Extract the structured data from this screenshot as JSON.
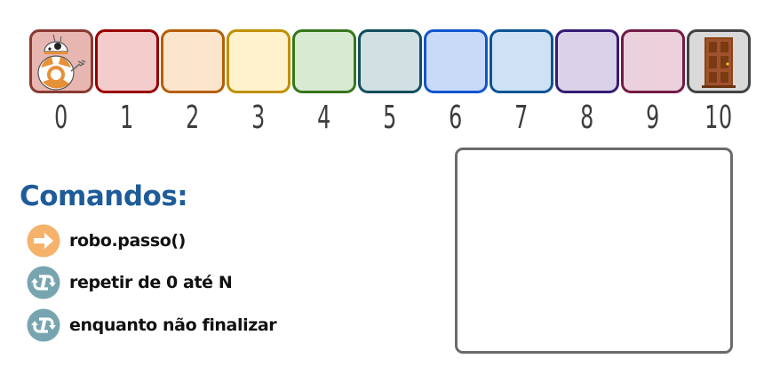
{
  "track": {
    "cells": [
      {
        "number": "0",
        "fill": "#e8b6b0",
        "border": "#8a3a33",
        "content": "robot-icon"
      },
      {
        "number": "1",
        "fill": "#f4cccc",
        "border": "#990000",
        "content": ""
      },
      {
        "number": "2",
        "fill": "#fce5cd",
        "border": "#b45f06",
        "content": ""
      },
      {
        "number": "3",
        "fill": "#fff2cc",
        "border": "#bf9000",
        "content": ""
      },
      {
        "number": "4",
        "fill": "#d9ead3",
        "border": "#38761d",
        "content": ""
      },
      {
        "number": "5",
        "fill": "#d0e0e3",
        "border": "#134f5c",
        "content": ""
      },
      {
        "number": "6",
        "fill": "#c9daf8",
        "border": "#1155cc",
        "content": ""
      },
      {
        "number": "7",
        "fill": "#cfe2f3",
        "border": "#0b5394",
        "content": ""
      },
      {
        "number": "8",
        "fill": "#d9d2e9",
        "border": "#351c75",
        "content": ""
      },
      {
        "number": "9",
        "fill": "#ead1dc",
        "border": "#741b47",
        "content": ""
      },
      {
        "number": "10",
        "fill": "#d9d9d9",
        "border": "#434343",
        "content": "door-icon"
      }
    ]
  },
  "commands": {
    "title": "Comandos:",
    "title_color": "#1e5c99",
    "items": [
      {
        "label": "robo.passo()",
        "icon": "arrow-right-icon",
        "icon_color": "#f6b26b"
      },
      {
        "label": "repetir de 0 até N",
        "icon": "loop-icon",
        "icon_color": "#76a5af"
      },
      {
        "label": "enquanto não finalizar",
        "icon": "loop-icon",
        "icon_color": "#76a5af"
      }
    ]
  },
  "program_box": {
    "border_color": "#6b6b6b"
  }
}
